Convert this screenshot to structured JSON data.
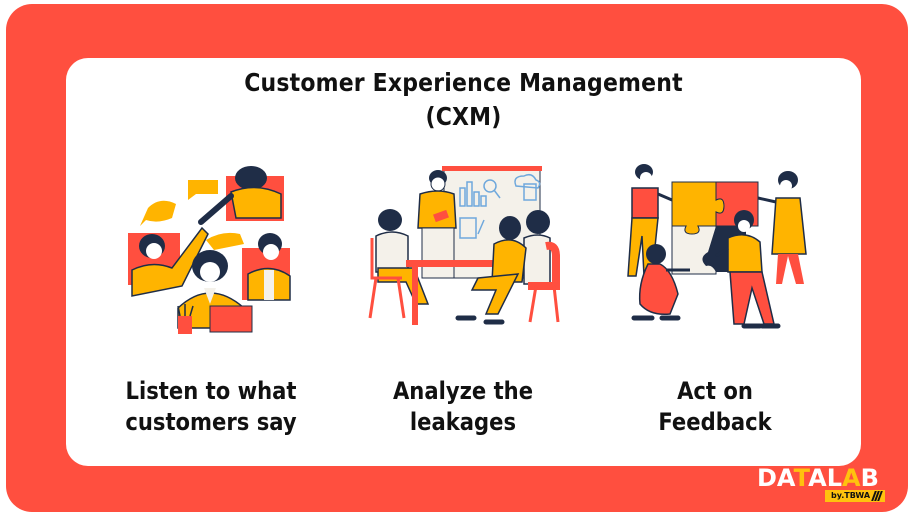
{
  "slide": {
    "title_line1": "Customer Experience Management",
    "title_line2": "(CXM)",
    "colors": {
      "frame": "#ff4f3f",
      "card": "#ffffff",
      "accent_yellow": "#ffb400",
      "accent_red": "#ff4f3f",
      "ink": "#1f2d47",
      "text": "#111111"
    },
    "steps": [
      {
        "caption_line1": "Listen to what",
        "caption_line2": "customers say",
        "illustration": "people-video-call-high-five-illustration"
      },
      {
        "caption_line1": "Analyze the",
        "caption_line2": "leakages",
        "illustration": "team-meeting-whiteboard-charts-illustration"
      },
      {
        "caption_line1": "Act on",
        "caption_line2": "Feedback",
        "illustration": "team-assembling-puzzle-illustration"
      }
    ]
  },
  "logo": {
    "part1": "D",
    "part2": "A",
    "part3": "T",
    "part4": "A",
    "part5": "L",
    "part6": "A",
    "part7": "B",
    "sub": "by.TBWA"
  }
}
